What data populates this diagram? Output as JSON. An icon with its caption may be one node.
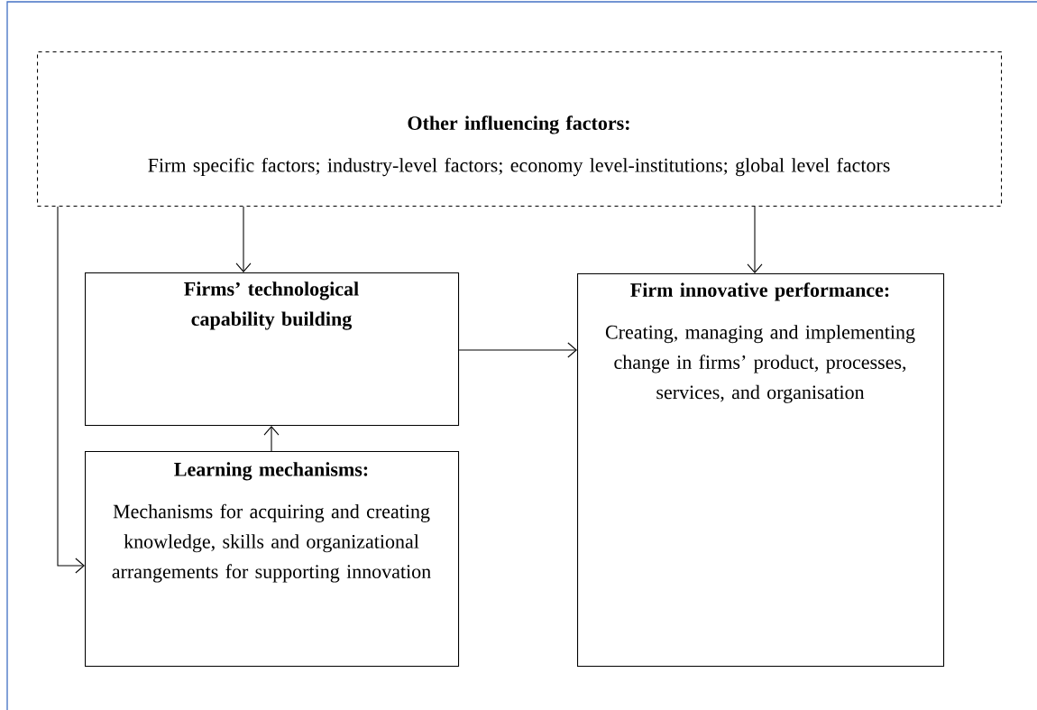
{
  "diagram": {
    "nodes": [
      {
        "text": [
          "Other influencing factors:",
          "Firm specific factors; industry-level factors; economy level-institutions; global level factors"
        ]
      },
      {
        "text": [
          "Firms’ technological capability building"
        ]
      },
      {
        "text": [
          "Firm innovative performance:",
          "Creating, managing and implementing change in firms’ product, processes, services, and organisation"
        ]
      },
      {
        "text": [
          "Learning mechanisms:",
          "Mechanisms for acquiring and creating knowledge, skills and organizational arrangements for supporting innovation"
        ]
      }
    ],
    "edges": [
      {
        "from": 0,
        "to": 1,
        "arrow": "to"
      },
      {
        "from": 0,
        "to": 2,
        "arrow": "to"
      },
      {
        "from": 1,
        "to": 2,
        "arrow": "to"
      },
      {
        "from": 3,
        "to": 1,
        "arrow": "to"
      },
      {
        "from": 0,
        "to": 3,
        "arrow": "to"
      }
    ]
  }
}
